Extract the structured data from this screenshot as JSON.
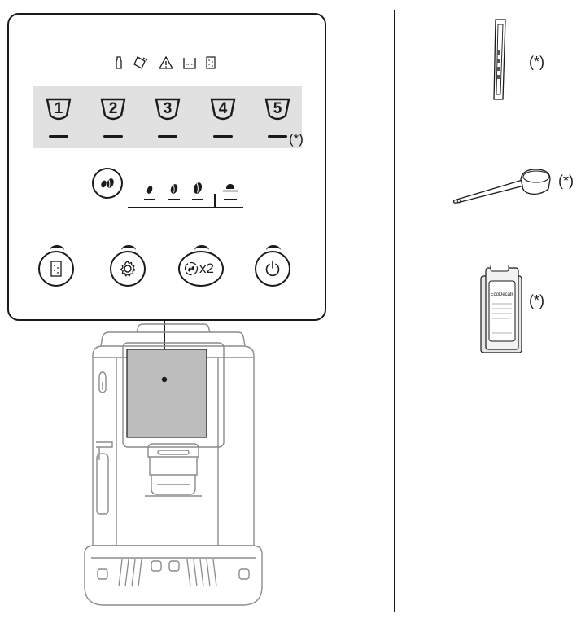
{
  "panel": {
    "status_icons": [
      {
        "icon": "milk-jug-icon"
      },
      {
        "icon": "grounds-container-icon"
      },
      {
        "icon": "warning-icon"
      },
      {
        "icon": "water-tank-icon"
      },
      {
        "icon": "descale-icon"
      }
    ],
    "drinks": [
      {
        "number": "1"
      },
      {
        "number": "2"
      },
      {
        "number": "3"
      },
      {
        "number": "4"
      },
      {
        "number": "5"
      }
    ],
    "drinks_note": "(*)",
    "aroma": {
      "button_icon": "coffee-beans-icon",
      "levels": [
        "mild",
        "medium",
        "strong",
        "pre-ground"
      ]
    },
    "buttons": [
      {
        "icon": "descale-icon"
      },
      {
        "icon": "settings-gear-icon"
      },
      {
        "icon": "double-cup-icon",
        "label": "x2"
      },
      {
        "icon": "power-icon"
      }
    ]
  },
  "accessories": [
    {
      "icon": "water-hardness-test-strip-icon",
      "note": "(*)"
    },
    {
      "icon": "measuring-scoop-icon",
      "note": "(*)"
    },
    {
      "icon": "descaler-bottle-icon",
      "note": "(*)",
      "product_text": "EcoDecalk"
    }
  ],
  "colors": {
    "line": "#1a1a1a",
    "machine_line": "#8c8c8c",
    "band": "#e1e1e1",
    "display": "#bdbdbd"
  }
}
